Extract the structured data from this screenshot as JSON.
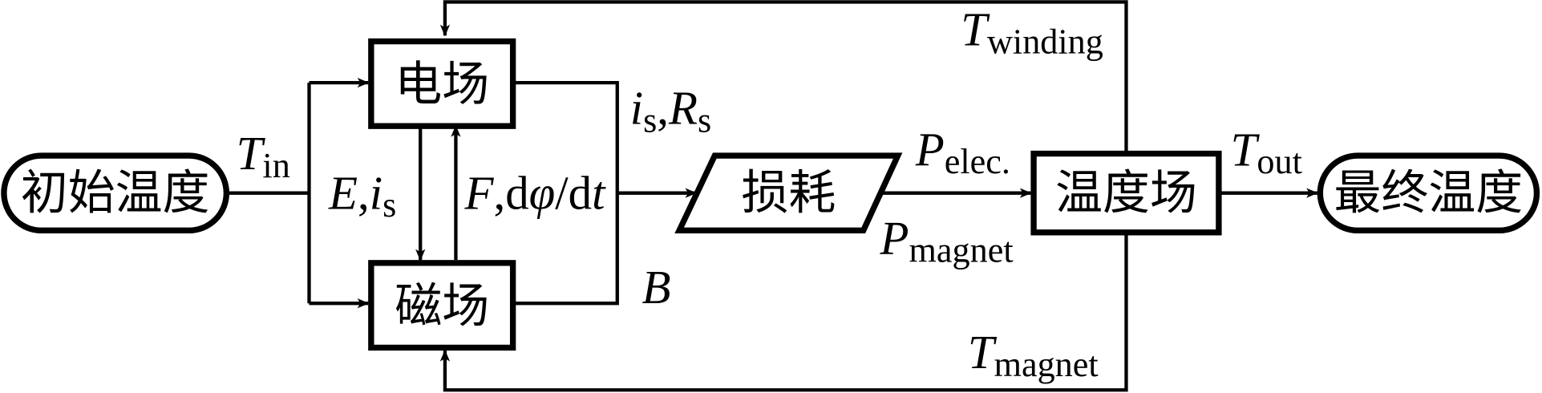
{
  "nodes": {
    "initial_temp": "初始温度",
    "electric_field": "电场",
    "magnetic_field": "磁场",
    "losses": "损耗",
    "temperature_field": "温度场",
    "final_temp": "最终温度"
  },
  "labels": {
    "t_in": {
      "main": "T",
      "sub": "in"
    },
    "e_is": {
      "p1": "E",
      "p2": ",",
      "p3": "i",
      "sub": "s"
    },
    "f_dphi": {
      "p1": "F",
      "p2": ",d",
      "p3": "φ",
      "p4": "/d",
      "p5": "t"
    },
    "is_rs": {
      "p1": "i",
      "sub1": "s",
      "p2": ",",
      "p3": "R",
      "sub2": "s"
    },
    "b": "B",
    "p_elec": {
      "main": "P",
      "sub": "elec."
    },
    "p_magnet": {
      "main": "P",
      "sub": "magnet"
    },
    "t_out": {
      "main": "T",
      "sub": "out"
    },
    "t_winding": {
      "main": "T",
      "sub": "winding"
    },
    "t_magnet": {
      "main": "T",
      "sub": "magnet"
    }
  }
}
